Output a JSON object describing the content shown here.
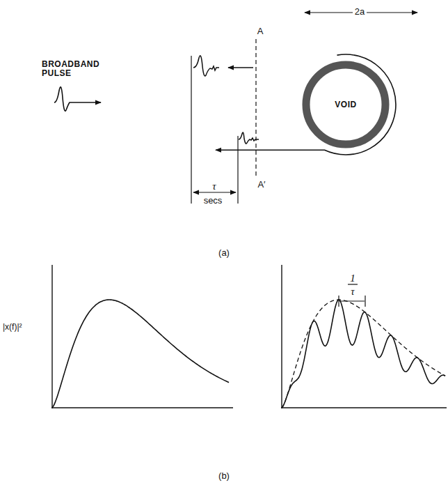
{
  "diagram": {
    "nodes": [
      {
        "text": [
          "VOID"
        ]
      }
    ],
    "labels": [
      "BROADBAND PULSE",
      "2a",
      "A",
      "A′",
      "τ",
      "secs",
      "(a)",
      "|x(f)|²",
      "1",
      "τ",
      "(b)"
    ]
  }
}
